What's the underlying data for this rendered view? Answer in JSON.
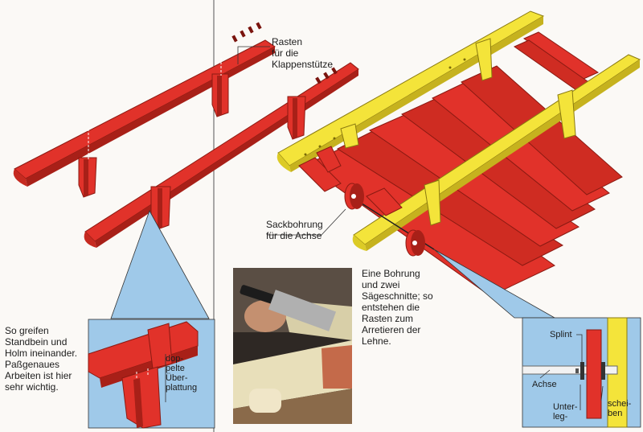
{
  "labels": {
    "rasten": [
      "Rasten",
      "für die",
      "Klappenstütze"
    ],
    "sackbohrung": [
      "Sackbohrung",
      "für die Achse"
    ],
    "bohrung": [
      "Eine Bohrung",
      "und zwei",
      "Sägeschnitte; so",
      "entstehen die",
      "Rasten zum",
      "Arretieren der",
      "Lehne."
    ],
    "standbein": [
      "So greifen",
      "Standbein und",
      "Holm ineinander.",
      "Paßgenaues",
      "Arbeiten ist hier",
      "sehr wichtig."
    ],
    "ueberplattung": [
      "dop-",
      "pelte",
      "Über-",
      "plattung"
    ],
    "splint": "Splint",
    "achse": "Achse",
    "unterleg": [
      "Unter-",
      "leg-"
    ],
    "scheiben": [
      "schei-",
      "ben"
    ]
  },
  "colors": {
    "red": "#e1322a",
    "red_dark": "#a82018",
    "yellow": "#f4e43a",
    "yellow_dark": "#c6b21e",
    "blue": "#9fc9e9"
  }
}
